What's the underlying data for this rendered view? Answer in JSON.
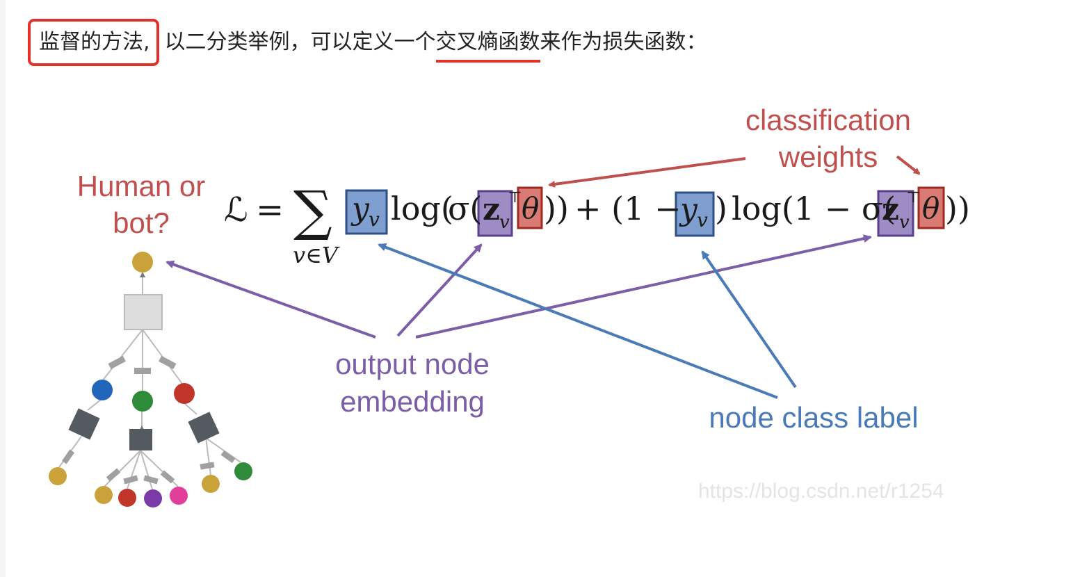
{
  "intro": {
    "highlight_box": "监督的方法,",
    "text_before": "以二分类举例，可以定义一个",
    "highlight_underline": "交叉熵函数",
    "text_after": "来作为损失函数："
  },
  "figure": {
    "labels": {
      "human_or_bot": [
        "Human or",
        "bot?"
      ],
      "classification_weights": [
        "classification",
        "weights"
      ],
      "output_node_embedding": [
        "output node",
        "embedding"
      ],
      "node_class_label": "node class label"
    },
    "formula": {
      "L": "ℒ",
      "eq": "=",
      "sum": "∑",
      "sub": "v∈V",
      "y": "y",
      "v": "v",
      "log_open": "log(",
      "sigma_open": "σ(",
      "z": "z",
      "T": "⊤",
      "theta": "θ",
      "close2": "))",
      "plus_one_minus": "+ (1 −",
      "close1": ")",
      "log_one_minus_sigma": "log(1 − σ(",
      "close_last": "))"
    },
    "watermark": "https://blog.csdn.net/r1254",
    "colors": {
      "red_label": "#c0504d",
      "purple_label": "#7b5ea7",
      "blue_label": "#4a7ab8",
      "y_box": "#7f9fd0",
      "z_box": "#9e8cc4",
      "theta_box": "#d97b73",
      "node_gold": "#c9a23a",
      "node_blue": "#2266bb",
      "node_green": "#2e8b3a",
      "node_red": "#c0362a",
      "node_purple": "#7a3aa8",
      "node_pink": "#e0409a",
      "aggregator_dark": "#555a61",
      "aggregator_light": "#dddddd"
    }
  }
}
